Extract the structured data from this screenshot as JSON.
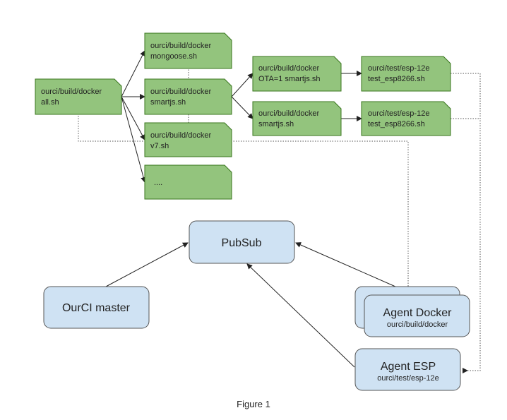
{
  "colors": {
    "note_fill": "#93c47d",
    "note_stroke": "#38761d",
    "box_fill": "#cfe2f3",
    "box_stroke": "#555555",
    "line": "#222222"
  },
  "nodes": {
    "all": [
      "ourci/build/docker",
      "all.sh"
    ],
    "mongoose": [
      "ourci/build/docker",
      "mongoose.sh"
    ],
    "smartjs": [
      "ourci/build/docker",
      "smartjs.sh"
    ],
    "v7": [
      "ourci/build/docker",
      "v7.sh"
    ],
    "more": [
      "...."
    ],
    "ota": [
      "ourci/build/docker",
      "OTA=1 smartjs.sh"
    ],
    "smartjs2": [
      "ourci/build/docker",
      "smartjs.sh"
    ],
    "test1": [
      "ourci/test/esp-12e",
      "test_esp8266.sh"
    ],
    "test2": [
      "ourci/test/esp-12e",
      "test_esp8266.sh"
    ]
  },
  "components": {
    "pubsub": {
      "title": "PubSub"
    },
    "master": {
      "title": "OurCI master"
    },
    "agent_docker": {
      "title": "Agent Docker",
      "subtitle": "ourci/build/docker"
    },
    "agent_esp": {
      "title": "Agent ESP",
      "subtitle": "ourci/test/esp-12e"
    }
  },
  "caption": "Figure 1"
}
